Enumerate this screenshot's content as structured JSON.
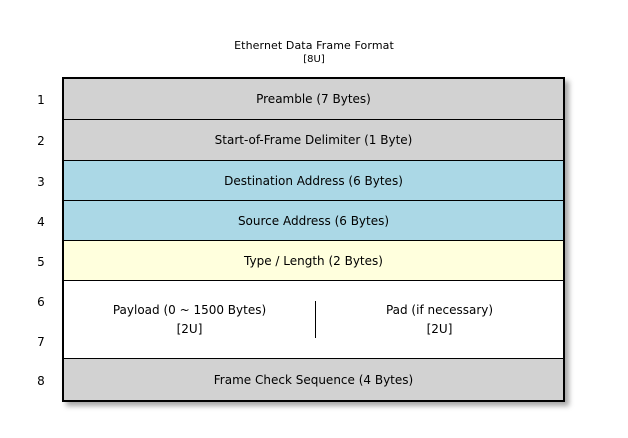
{
  "title": {
    "main": "Ethernet Data Frame Format",
    "sub": "[8U]"
  },
  "colors": {
    "gray": "#d2d2d2",
    "blue": "#abd8e6",
    "yellow": "#ffffdd",
    "white": "#ffffff",
    "border": "#000000"
  },
  "row_indices": [
    "1",
    "2",
    "3",
    "4",
    "5",
    "6",
    "7",
    "8"
  ],
  "rows": [
    {
      "index": "1",
      "label": "Preamble (7 Bytes)",
      "fill": "gray"
    },
    {
      "index": "2",
      "label": "Start-of-Frame Delimiter (1 Byte)",
      "fill": "gray"
    },
    {
      "index": "3",
      "label": "Destination Address (6 Bytes)",
      "fill": "blue"
    },
    {
      "index": "4",
      "label": "Source Address (6 Bytes)",
      "fill": "blue"
    },
    {
      "index": "5",
      "label": "Type / Length (2 Bytes)",
      "fill": "yellow"
    },
    {
      "index": "6-7",
      "fill": "white",
      "split": [
        {
          "label": "Payload (0 ~ 1500 Bytes)",
          "sublabel": "[2U]"
        },
        {
          "label": "Pad (if necessary)",
          "sublabel": "[2U]"
        }
      ]
    },
    {
      "index": "8",
      "label": "Frame Check Sequence (4 Bytes)",
      "fill": "gray"
    }
  ]
}
